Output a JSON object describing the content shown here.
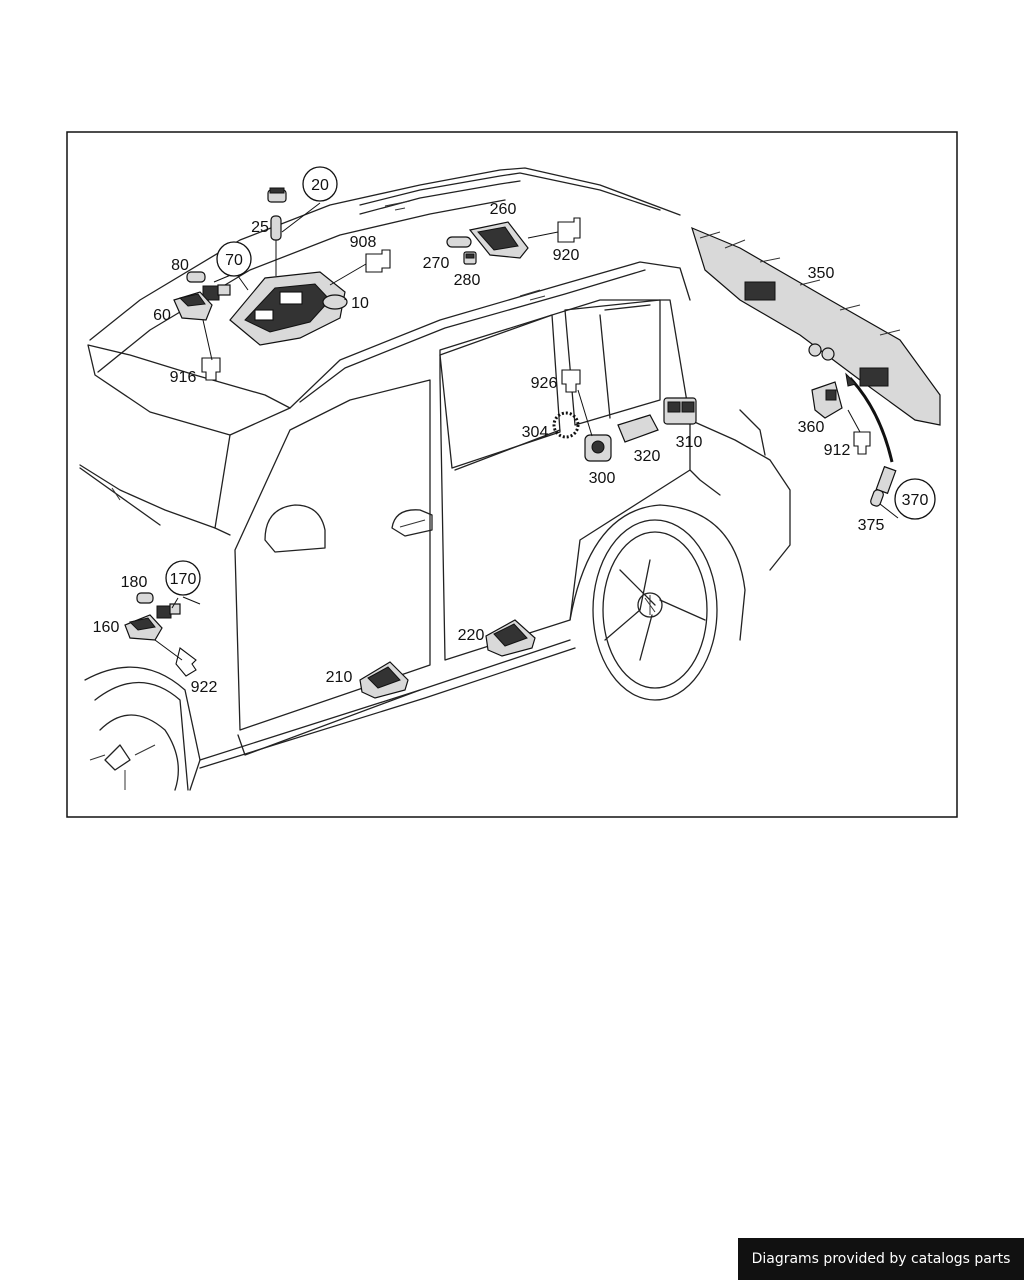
{
  "footer": {
    "text": "Diagrams provided by catalogs parts"
  },
  "callouts": {
    "c20": "20",
    "c25": "25",
    "c80": "80",
    "c70": "70",
    "c60": "60",
    "c10": "10",
    "c908": "908",
    "c916": "916",
    "c260": "260",
    "c270": "270",
    "c280": "280",
    "c920": "920",
    "c350": "350",
    "c926": "926",
    "c304": "304",
    "c300": "300",
    "c320": "320",
    "c310": "310",
    "c360": "360",
    "c912": "912",
    "c370": "370",
    "c375": "375",
    "c180": "180",
    "c170": "170",
    "c160": "160",
    "c922": "922",
    "c210": "210",
    "c220": "220"
  }
}
